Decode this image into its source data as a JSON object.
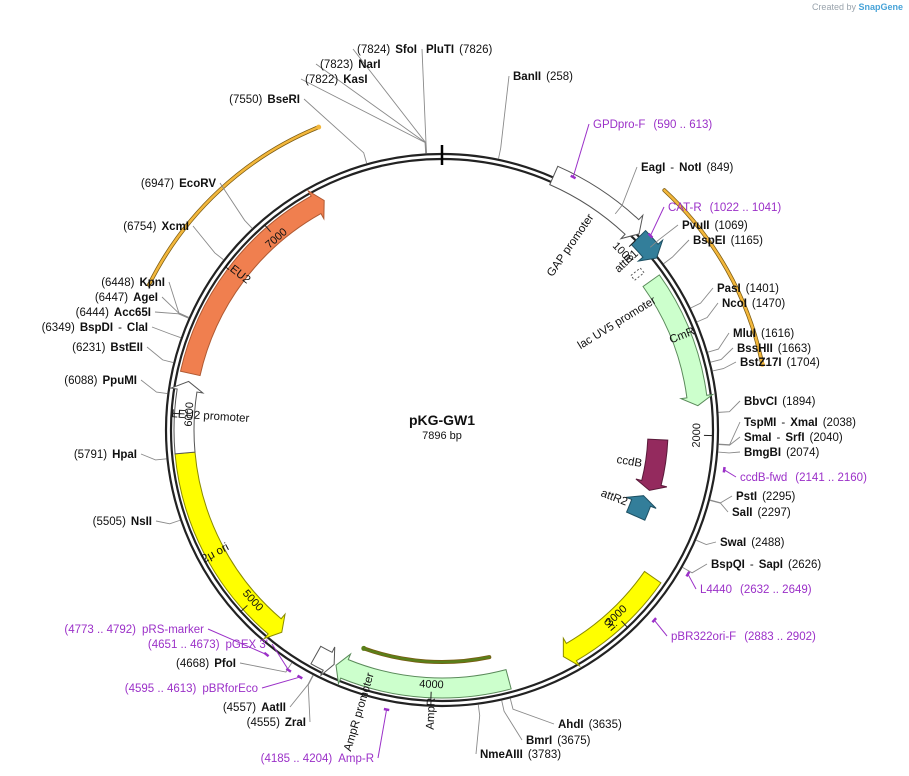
{
  "credit": {
    "prefix": "Created by",
    "brand": "SnapGene"
  },
  "plasmid": {
    "name": "pKG-GW1",
    "length_label": "7896 bp",
    "length": 7896
  },
  "colors": {
    "ring": "#222222",
    "site_line": "#8a8a8a",
    "primer": "#9b30c8",
    "leu2": "#f07f4f",
    "yellow": "#ffff00",
    "cmr": "#ccffcc",
    "ampr": "#ccffcc",
    "ccdb": "#942a5e",
    "att": "#337e9a",
    "orf_orange": "#f3b73b",
    "orf_green": "#5a7f1a",
    "promoter": "#ffffff"
  },
  "ticks": [
    {
      "pos": 1000,
      "label": "1000"
    },
    {
      "pos": 2000,
      "label": "2000"
    },
    {
      "pos": 3000,
      "label": "3000"
    },
    {
      "pos": 4000,
      "label": "4000"
    },
    {
      "pos": 5000,
      "label": "5000"
    },
    {
      "pos": 6000,
      "label": "6000"
    },
    {
      "pos": 7000,
      "label": "7000"
    }
  ],
  "sites": [
    {
      "pos": 7824,
      "parts": [
        {
          "t": "(7824)",
          "b": false
        },
        {
          "t": "SfoI",
          "b": true
        }
      ]
    },
    {
      "pos": 7823,
      "parts": [
        {
          "t": "(7823)",
          "b": false
        },
        {
          "t": "NarI",
          "b": true
        }
      ]
    },
    {
      "pos": 7822,
      "parts": [
        {
          "t": "(7822)",
          "b": false
        },
        {
          "t": "KasI",
          "b": true
        }
      ]
    },
    {
      "pos": 7550,
      "parts": [
        {
          "t": "(7550)",
          "b": false
        },
        {
          "t": "BseRI",
          "b": true
        }
      ]
    },
    {
      "pos": 7826,
      "parts": [
        {
          "t": "PluTI",
          "b": true
        },
        {
          "t": "(7826)",
          "b": false
        }
      ]
    },
    {
      "pos": 258,
      "parts": [
        {
          "t": "BanII",
          "b": true
        },
        {
          "t": "(258)",
          "b": false
        }
      ]
    },
    {
      "pos": 849,
      "parts": [
        {
          "t": "EagI",
          "b": true
        },
        {
          "t": "-",
          "b": false
        },
        {
          "t": "NotI",
          "b": true
        },
        {
          "t": "(849)",
          "b": false
        }
      ]
    },
    {
      "pos": 1069,
      "parts": [
        {
          "t": "PvuII",
          "b": true
        },
        {
          "t": "(1069)",
          "b": false
        }
      ]
    },
    {
      "pos": 1165,
      "parts": [
        {
          "t": "BspEI",
          "b": true
        },
        {
          "t": "(1165)",
          "b": false
        }
      ]
    },
    {
      "pos": 1401,
      "parts": [
        {
          "t": "PasI",
          "b": true
        },
        {
          "t": "(1401)",
          "b": false
        }
      ]
    },
    {
      "pos": 1470,
      "parts": [
        {
          "t": "NcoI",
          "b": true
        },
        {
          "t": "(1470)",
          "b": false
        }
      ]
    },
    {
      "pos": 1616,
      "parts": [
        {
          "t": "MluI",
          "b": true
        },
        {
          "t": "(1616)",
          "b": false
        }
      ]
    },
    {
      "pos": 1663,
      "parts": [
        {
          "t": "BssHII",
          "b": true
        },
        {
          "t": "(1663)",
          "b": false
        }
      ]
    },
    {
      "pos": 1704,
      "parts": [
        {
          "t": "BstZ17I",
          "b": true
        },
        {
          "t": "(1704)",
          "b": false
        }
      ]
    },
    {
      "pos": 1894,
      "parts": [
        {
          "t": "BbvCI",
          "b": true
        },
        {
          "t": "(1894)",
          "b": false
        }
      ]
    },
    {
      "pos": 2038,
      "parts": [
        {
          "t": "TspMI",
          "b": true
        },
        {
          "t": "-",
          "b": false
        },
        {
          "t": "XmaI",
          "b": true
        },
        {
          "t": "(2038)",
          "b": false
        }
      ]
    },
    {
      "pos": 2040,
      "parts": [
        {
          "t": "SmaI",
          "b": true
        },
        {
          "t": "-",
          "b": false
        },
        {
          "t": "SrfI",
          "b": true
        },
        {
          "t": "(2040)",
          "b": false
        }
      ]
    },
    {
      "pos": 2074,
      "parts": [
        {
          "t": "BmgBI",
          "b": true
        },
        {
          "t": "(2074)",
          "b": false
        }
      ]
    },
    {
      "pos": 2295,
      "parts": [
        {
          "t": "PstI",
          "b": true
        },
        {
          "t": "(2295)",
          "b": false
        }
      ]
    },
    {
      "pos": 2297,
      "parts": [
        {
          "t": "SalI",
          "b": true
        },
        {
          "t": "(2297)",
          "b": false
        }
      ]
    },
    {
      "pos": 2488,
      "parts": [
        {
          "t": "SwaI",
          "b": true
        },
        {
          "t": "(2488)",
          "b": false
        }
      ]
    },
    {
      "pos": 2626,
      "parts": [
        {
          "t": "BspQI",
          "b": true
        },
        {
          "t": "-",
          "b": false
        },
        {
          "t": "SapI",
          "b": true
        },
        {
          "t": "(2626)",
          "b": false
        }
      ]
    },
    {
      "pos": 3635,
      "parts": [
        {
          "t": "AhdI",
          "b": true
        },
        {
          "t": "(3635)",
          "b": false
        }
      ]
    },
    {
      "pos": 3675,
      "parts": [
        {
          "t": "BmrI",
          "b": true
        },
        {
          "t": "(3675)",
          "b": false
        }
      ]
    },
    {
      "pos": 3783,
      "parts": [
        {
          "t": "NmeAIII",
          "b": true
        },
        {
          "t": "(3783)",
          "b": false
        }
      ]
    },
    {
      "pos": 4557,
      "parts": [
        {
          "t": "(4557)",
          "b": false
        },
        {
          "t": "AatII",
          "b": true
        }
      ]
    },
    {
      "pos": 4555,
      "parts": [
        {
          "t": "(4555)",
          "b": false
        },
        {
          "t": "ZraI",
          "b": true
        }
      ]
    },
    {
      "pos": 4668,
      "parts": [
        {
          "t": "(4668)",
          "b": false
        },
        {
          "t": "PfoI",
          "b": true
        }
      ]
    },
    {
      "pos": 5505,
      "parts": [
        {
          "t": "(5505)",
          "b": false
        },
        {
          "t": "NsII",
          "b": true
        }
      ]
    },
    {
      "pos": 5791,
      "parts": [
        {
          "t": "(5791)",
          "b": false
        },
        {
          "t": "HpaI",
          "b": true
        }
      ]
    },
    {
      "pos": 6088,
      "parts": [
        {
          "t": "(6088)",
          "b": false
        },
        {
          "t": "PpuMI",
          "b": true
        }
      ]
    },
    {
      "pos": 6231,
      "parts": [
        {
          "t": "(6231)",
          "b": false
        },
        {
          "t": "BstEII",
          "b": true
        }
      ]
    },
    {
      "pos": 6349,
      "parts": [
        {
          "t": "(6349)",
          "b": false
        },
        {
          "t": "BspDI",
          "b": true
        },
        {
          "t": "-",
          "b": false
        },
        {
          "t": "ClaI",
          "b": true
        }
      ]
    },
    {
      "pos": 6444,
      "parts": [
        {
          "t": "(6444)",
          "b": false
        },
        {
          "t": "Acc65I",
          "b": true
        }
      ]
    },
    {
      "pos": 6447,
      "parts": [
        {
          "t": "(6447)",
          "b": false
        },
        {
          "t": "AgeI",
          "b": true
        }
      ]
    },
    {
      "pos": 6448,
      "parts": [
        {
          "t": "(6448)",
          "b": false
        },
        {
          "t": "KpnI",
          "b": true
        }
      ]
    },
    {
      "pos": 6754,
      "parts": [
        {
          "t": "(6754)",
          "b": false
        },
        {
          "t": "XcmI",
          "b": true
        }
      ]
    },
    {
      "pos": 6947,
      "parts": [
        {
          "t": "(6947)",
          "b": false
        },
        {
          "t": "EcoRV",
          "b": true
        }
      ]
    }
  ],
  "primers": [
    {
      "pos": 601,
      "dir": 1,
      "name": "GPDpro-F",
      "range": "(590 .. 613)"
    },
    {
      "pos": 1031,
      "dir": -1,
      "name": "CAT-R",
      "range": "(1022 .. 1041)"
    },
    {
      "pos": 2150,
      "dir": 1,
      "name": "ccdB-fwd",
      "range": "(2141 .. 2160)"
    },
    {
      "pos": 2640,
      "dir": 1,
      "name": "L4440",
      "range": "(2632 .. 2649)"
    },
    {
      "pos": 2892,
      "dir": 1,
      "name": "pBR322ori-F",
      "range": "(2883 .. 2902)"
    },
    {
      "pos": 4194,
      "dir": -1,
      "name": "Amp-R",
      "range": "(4185 .. 4204)"
    },
    {
      "pos": 4604,
      "dir": -1,
      "name": "pBRforEco",
      "range": "(4595 .. 4613)"
    },
    {
      "pos": 4662,
      "dir": -1,
      "name": "pGEX 3'",
      "range": "(4651 .. 4673)"
    },
    {
      "pos": 4782,
      "dir": -1,
      "name": "pRS-marker",
      "range": "(4773 .. 4792)"
    }
  ],
  "features": [
    {
      "name": "GAP promoter",
      "start": 520,
      "end": 990,
      "radius": 278,
      "kind": "promoter",
      "label": "GAP promoter"
    },
    {
      "name": "attR1",
      "start": 1000,
      "end": 1125,
      "radius": 275,
      "kind": "att",
      "label": "attR1"
    },
    {
      "name": "CmR",
      "start": 1195,
      "end": 1855,
      "radius": 257,
      "kind": "cmr",
      "label": "CmR"
    },
    {
      "name": "lac UV5 promoter",
      "start": 1128,
      "end": 1180,
      "radius": 250,
      "kind": "small",
      "label": "lac UV5 promoter"
    },
    {
      "name": "ccdB",
      "start": 2030,
      "end": 2330,
      "radius": 216,
      "kind": "ccdb",
      "label": "ccdB"
    },
    {
      "name": "attR2",
      "start": 2370,
      "end": 2500,
      "radius": 212,
      "kind": "att_rev",
      "label": "attR2"
    },
    {
      "name": "ori",
      "start": 2740,
      "end": 3330,
      "radius": 257,
      "kind": "yellow",
      "label": "ori"
    },
    {
      "name": "AmpR",
      "start": 3620,
      "end": 4480,
      "radius": 258,
      "kind": "ampr",
      "label": "AmpR"
    },
    {
      "name": "AmpR promoter",
      "start": 4490,
      "end": 4590,
      "radius": 258,
      "kind": "promoter_rev",
      "label": "AmpR promoter"
    },
    {
      "name": "2μ ori",
      "start": 4790,
      "end": 5810,
      "radius": 258,
      "kind": "yellow_rev",
      "label": "2μ ori"
    },
    {
      "name": "LEU2 promoter",
      "start": 5810,
      "end": 6160,
      "radius": 258,
      "kind": "promoter_fwd",
      "label": "LEU2 promoter"
    },
    {
      "name": "LEU2",
      "start": 6200,
      "end": 7300,
      "radius": 258,
      "kind": "leu2",
      "label": "LEU2"
    }
  ],
  "orf_arcs": [
    {
      "start": 940,
      "end": 1720,
      "radius": 327,
      "color": "orf_orange"
    },
    {
      "start": 6500,
      "end": 7410,
      "radius": 327,
      "color": "orf_orange"
    },
    {
      "start": 3690,
      "end": 4380,
      "radius": 232,
      "color": "orf_green"
    }
  ]
}
